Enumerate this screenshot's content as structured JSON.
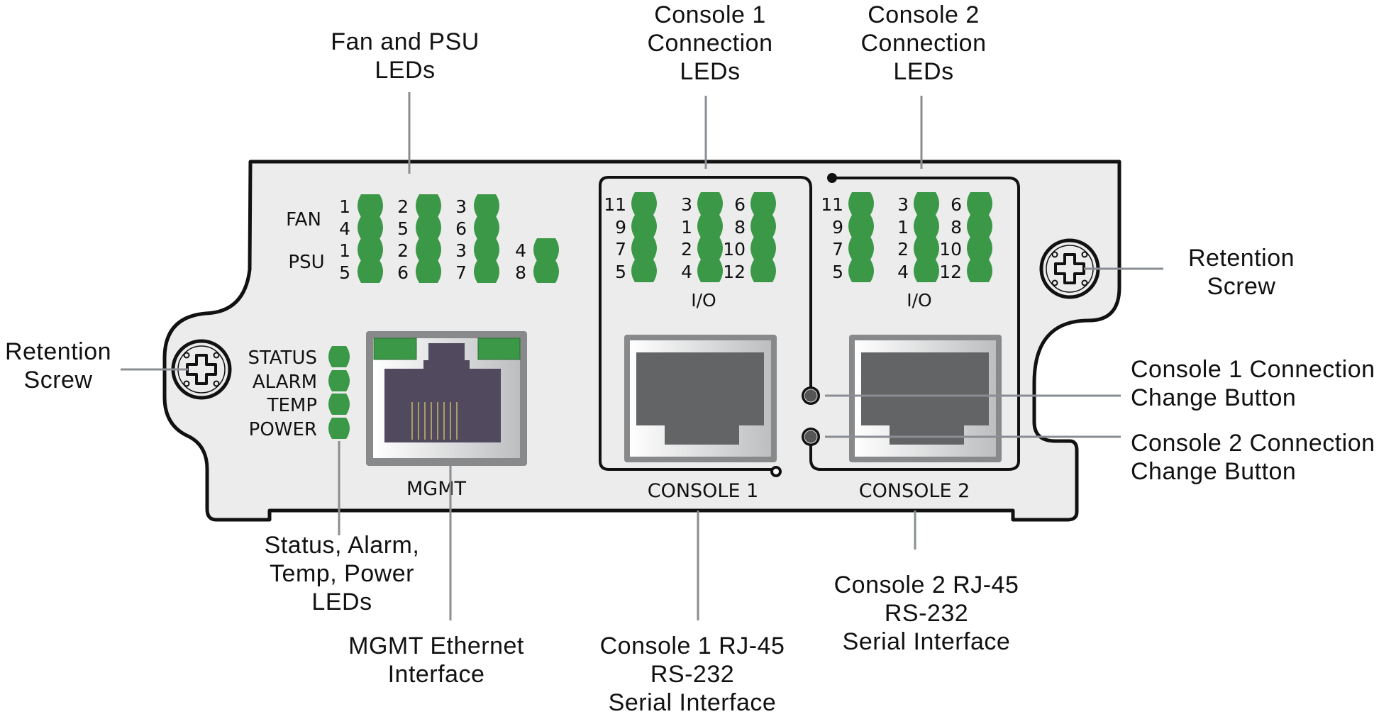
{
  "diagram": {
    "title": "Console server management module front panel",
    "colors": {
      "panel_fill": "#ebeceb",
      "panel_outline": "#111111",
      "led_green": "#3b9847",
      "leader_line": "#8a8d91",
      "rj45_frame": "#88898b",
      "rj45_socket": "#636466",
      "mgmt_socket": "#514a5e",
      "mgmt_pins": "#c8b86a"
    },
    "fan_psu": {
      "fan_label": "FAN",
      "psu_label": "PSU",
      "fan_rows": [
        [
          "1",
          "2",
          "3"
        ],
        [
          "4",
          "5",
          "6"
        ]
      ],
      "psu_rows": [
        [
          "1",
          "2",
          "3",
          "4"
        ],
        [
          "5",
          "6",
          "7",
          "8"
        ]
      ]
    },
    "system_leds": [
      "STATUS",
      "ALARM",
      "TEMP",
      "POWER"
    ],
    "mgmt_label": "MGMT",
    "console_blocks": [
      {
        "port_label": "CONSOLE 1",
        "io_label": "I/O",
        "led_columns": [
          [
            "11",
            "9",
            "7",
            "5"
          ],
          [
            "3",
            "1",
            "2",
            "4"
          ],
          [
            "6",
            "8",
            "10",
            "12"
          ]
        ]
      },
      {
        "port_label": "CONSOLE 2",
        "io_label": "I/O",
        "led_columns": [
          [
            "11",
            "9",
            "7",
            "5"
          ],
          [
            "3",
            "1",
            "2",
            "4"
          ],
          [
            "6",
            "8",
            "10",
            "12"
          ]
        ]
      }
    ],
    "callouts": {
      "fan_psu_leds": [
        "Fan and PSU",
        "LEDs"
      ],
      "console1_leds": [
        "Console 1",
        "Connection",
        "LEDs"
      ],
      "console2_leds": [
        "Console 2",
        "Connection",
        "LEDs"
      ],
      "retention_screw_left": [
        "Retention",
        "Screw"
      ],
      "retention_screw_right": [
        "Retention",
        "Screw"
      ],
      "console1_button": [
        "Console 1 Connection",
        "Change Button"
      ],
      "console2_button": [
        "Console 2 Connection",
        "Change Button"
      ],
      "system_leds": [
        "Status, Alarm,",
        "Temp, Power",
        "LEDs"
      ],
      "mgmt_interface": [
        "MGMT Ethernet",
        "Interface"
      ],
      "console1_port": [
        "Console 1 RJ-45",
        "RS-232",
        "Serial Interface"
      ],
      "console2_port": [
        "Console 2 RJ-45",
        "RS-232",
        "Serial Interface"
      ]
    }
  }
}
